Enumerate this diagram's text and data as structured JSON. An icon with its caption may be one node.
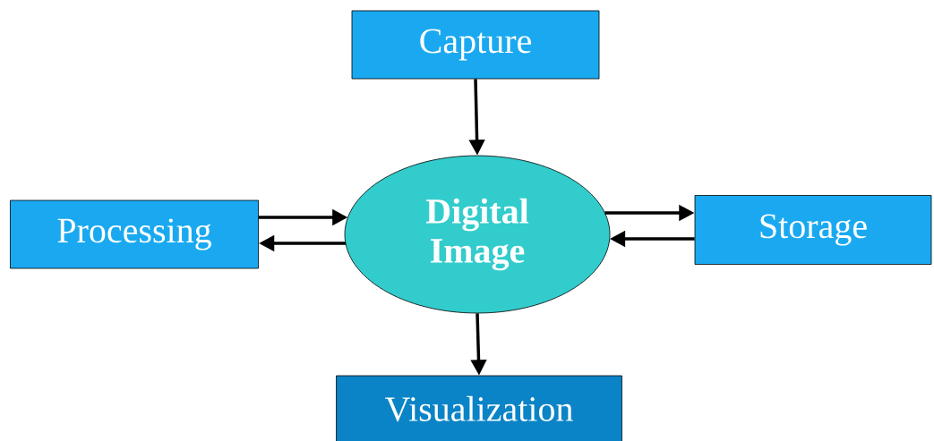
{
  "diagram": {
    "nodes": [
      {
        "text": [
          "Capture"
        ]
      },
      {
        "text": [
          "Digital Image"
        ]
      },
      {
        "text": [
          "Processing"
        ]
      },
      {
        "text": [
          "Storage"
        ]
      },
      {
        "text": [
          "Visualization"
        ]
      }
    ],
    "edges": [
      {
        "from": 0,
        "to": 1,
        "arrow": "to"
      },
      {
        "from": 2,
        "to": 1,
        "arrow": "to"
      },
      {
        "from": 1,
        "to": 2,
        "arrow": "to"
      },
      {
        "from": 1,
        "to": 3,
        "arrow": "to"
      },
      {
        "from": 3,
        "to": 1,
        "arrow": "to"
      },
      {
        "from": 1,
        "to": 4,
        "arrow": "to"
      }
    ]
  }
}
